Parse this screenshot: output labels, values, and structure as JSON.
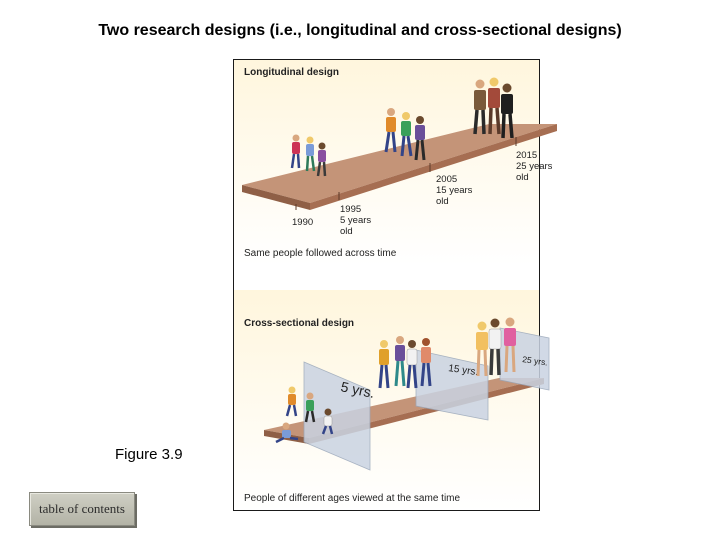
{
  "slide": {
    "title": "Two research designs (i.e., longitudinal and cross-sectional designs)",
    "caption": "Figure 3.9",
    "toc_button_label": "table of contents"
  },
  "figure": {
    "longitudinal": {
      "heading": "Longitudinal design",
      "start_year": "1990",
      "milestones": [
        {
          "year": "1995",
          "age": "5 years",
          "unit": "old"
        },
        {
          "year": "2005",
          "age": "15 years",
          "unit": "old"
        },
        {
          "year": "2015",
          "age": "25 years",
          "unit": "old"
        }
      ],
      "footer": "Same people followed across time"
    },
    "cross_sectional": {
      "heading": "Cross-sectional design",
      "panels": [
        "5 yrs.",
        "15 yrs.",
        "25 yrs."
      ],
      "footer": "People of different ages viewed at the same time"
    }
  },
  "colors": {
    "road_top": "#c49478",
    "road_side": "#8f5f46",
    "panel": "#c9d3e2",
    "background_wash": "#fbf3dc"
  }
}
